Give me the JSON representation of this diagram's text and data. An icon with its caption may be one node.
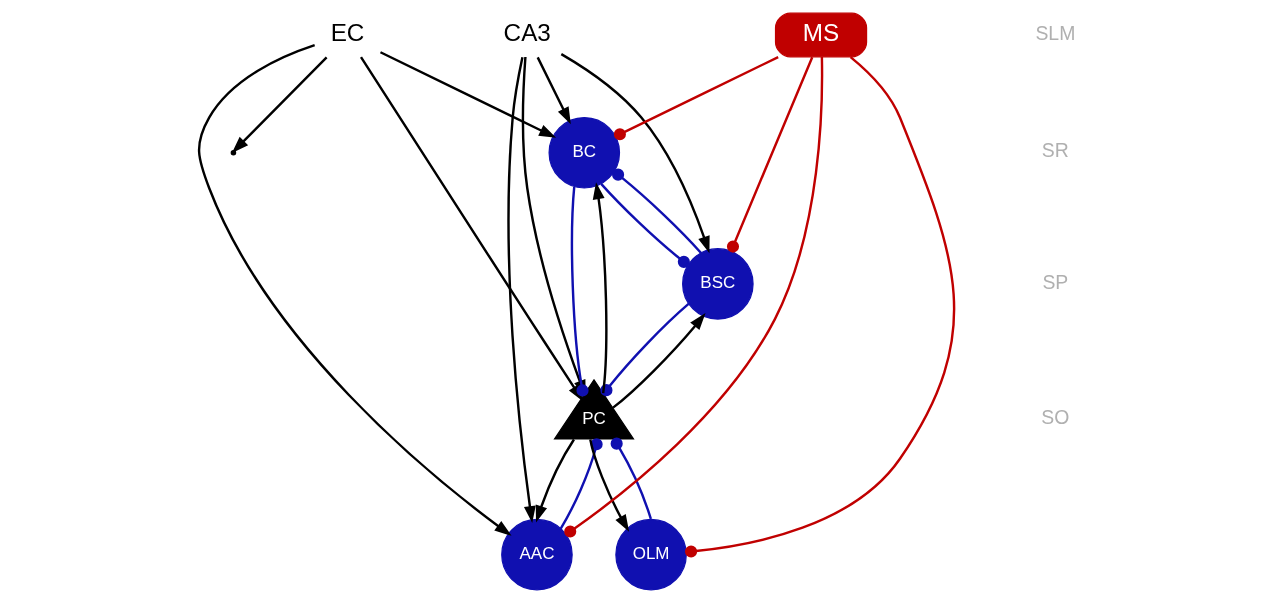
{
  "diagram": {
    "nodes": [
      {
        "text": [
          "EC"
        ]
      },
      {
        "text": [
          "CA3"
        ]
      },
      {
        "text": [
          "BSC"
        ]
      },
      {
        "text": [
          "BC"
        ]
      },
      {
        "text": [
          "AAC"
        ]
      },
      {
        "text": [
          "PC"
        ]
      },
      {
        "text": [
          "OLM"
        ]
      },
      {
        "text": [
          "MS"
        ]
      }
    ],
    "edges": [
      {
        "from": 0,
        "to": 4,
        "arrow": "to"
      },
      {
        "from": 0,
        "to": 3,
        "arrow": "to"
      },
      {
        "from": 0,
        "to": null,
        "arrow": "to"
      },
      {
        "from": 0,
        "to": 5,
        "arrow": "to"
      },
      {
        "from": 1,
        "to": 4,
        "arrow": "to"
      },
      {
        "from": 1,
        "to": 3,
        "arrow": "to"
      },
      {
        "from": 1,
        "to": 2,
        "arrow": "to"
      },
      {
        "from": 1,
        "to": 5,
        "arrow": "to"
      },
      {
        "from": 7,
        "to": 2,
        "arrow": "other",
        "color": "#c00000"
      },
      {
        "from": 7,
        "to": 3,
        "arrow": "other",
        "color": "#c00000"
      },
      {
        "from": 7,
        "to": 4,
        "arrow": "other",
        "color": "#c00000"
      },
      {
        "from": 7,
        "to": 6,
        "arrow": "other",
        "color": "#c00000"
      },
      {
        "from": 3,
        "to": 2,
        "arrow": "other",
        "color": "#1010b0"
      },
      {
        "from": 2,
        "to": 3,
        "arrow": "other",
        "color": "#1010b0"
      },
      {
        "from": 2,
        "to": 5,
        "arrow": "other",
        "color": "#1010b0"
      },
      {
        "from": 3,
        "to": 5,
        "arrow": "other",
        "color": "#1010b0"
      },
      {
        "from": 4,
        "to": 5,
        "arrow": "other",
        "color": "#1010b0"
      },
      {
        "from": 6,
        "to": 5,
        "arrow": "other",
        "color": "#1010b0"
      },
      {
        "from": 5,
        "to": 4,
        "arrow": "to"
      },
      {
        "from": 5,
        "to": 3,
        "arrow": "to"
      },
      {
        "from": 5,
        "to": 2,
        "arrow": "to"
      },
      {
        "from": 5,
        "to": 6,
        "arrow": "to"
      }
    ],
    "labels": [
      "SLM",
      "SR",
      "SP",
      "SO"
    ]
  }
}
